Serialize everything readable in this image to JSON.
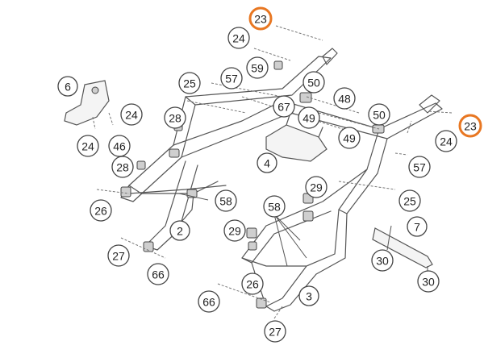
{
  "diagram": {
    "accent_color": "#e87722",
    "callouts": [
      {
        "id": "c23a",
        "label": "23",
        "highlight": true
      },
      {
        "id": "c24a",
        "label": "24",
        "highlight": false
      },
      {
        "id": "c59",
        "label": "59",
        "highlight": false
      },
      {
        "id": "c57a",
        "label": "57",
        "highlight": false
      },
      {
        "id": "c25a",
        "label": "25",
        "highlight": false
      },
      {
        "id": "c50a",
        "label": "50",
        "highlight": false
      },
      {
        "id": "c6",
        "label": "6",
        "highlight": false
      },
      {
        "id": "c48",
        "label": "48",
        "highlight": false
      },
      {
        "id": "c67",
        "label": "67",
        "highlight": false
      },
      {
        "id": "c24b",
        "label": "24",
        "highlight": false
      },
      {
        "id": "c28a",
        "label": "28",
        "highlight": false
      },
      {
        "id": "c49a",
        "label": "49",
        "highlight": false
      },
      {
        "id": "c50b",
        "label": "50",
        "highlight": false
      },
      {
        "id": "c23b",
        "label": "23",
        "highlight": true
      },
      {
        "id": "c24c",
        "label": "24",
        "highlight": false
      },
      {
        "id": "c46",
        "label": "46",
        "highlight": false
      },
      {
        "id": "c49b",
        "label": "49",
        "highlight": false
      },
      {
        "id": "c24d",
        "label": "24",
        "highlight": false
      },
      {
        "id": "c28b",
        "label": "28",
        "highlight": false
      },
      {
        "id": "c4",
        "label": "4",
        "highlight": false
      },
      {
        "id": "c57b",
        "label": "57",
        "highlight": false
      },
      {
        "id": "c29a",
        "label": "29",
        "highlight": false
      },
      {
        "id": "c58a",
        "label": "58",
        "highlight": false
      },
      {
        "id": "c25b",
        "label": "25",
        "highlight": false
      },
      {
        "id": "c26a",
        "label": "26",
        "highlight": false
      },
      {
        "id": "c58b",
        "label": "58",
        "highlight": false
      },
      {
        "id": "c7",
        "label": "7",
        "highlight": false
      },
      {
        "id": "c2",
        "label": "2",
        "highlight": false
      },
      {
        "id": "c29b",
        "label": "29",
        "highlight": false
      },
      {
        "id": "c27a",
        "label": "27",
        "highlight": false
      },
      {
        "id": "c30a",
        "label": "30",
        "highlight": false
      },
      {
        "id": "c66a",
        "label": "66",
        "highlight": false
      },
      {
        "id": "c26b",
        "label": "26",
        "highlight": false
      },
      {
        "id": "c30b",
        "label": "30",
        "highlight": false
      },
      {
        "id": "c3",
        "label": "3",
        "highlight": false
      },
      {
        "id": "c66b",
        "label": "66",
        "highlight": false
      },
      {
        "id": "c27b",
        "label": "27",
        "highlight": false
      }
    ]
  }
}
